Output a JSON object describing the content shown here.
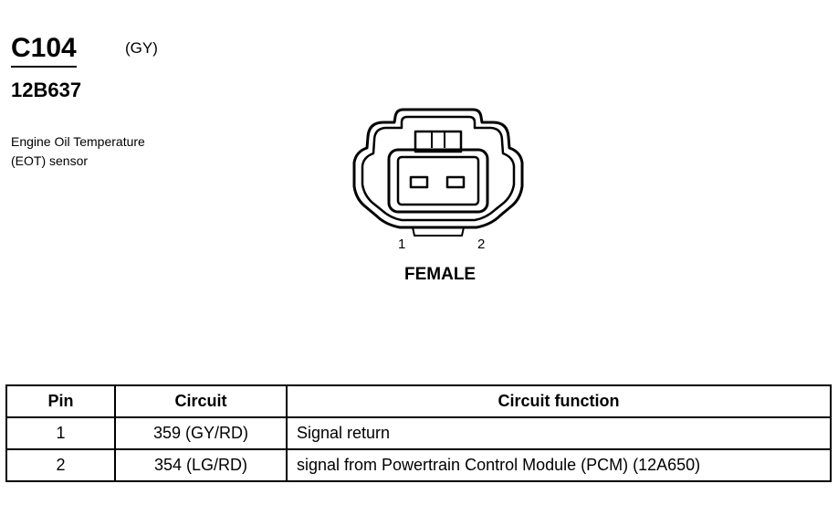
{
  "connector": {
    "id": "C104",
    "color_code": "(GY)",
    "part_number": "12B637",
    "description_lines": [
      "Engine Oil Temperature",
      "(EOT) sensor"
    ],
    "pin_labels": [
      "1",
      "2"
    ],
    "gender": "FEMALE"
  },
  "table": {
    "headers": [
      "Pin",
      "Circuit",
      "Circuit function"
    ],
    "rows": [
      {
        "pin": "1",
        "circuit": "359 (GY/RD)",
        "function": "Signal return"
      },
      {
        "pin": "2",
        "circuit": "354 (LG/RD)",
        "function": "signal from Powertrain Control Module (PCM) (12A650)"
      }
    ]
  }
}
